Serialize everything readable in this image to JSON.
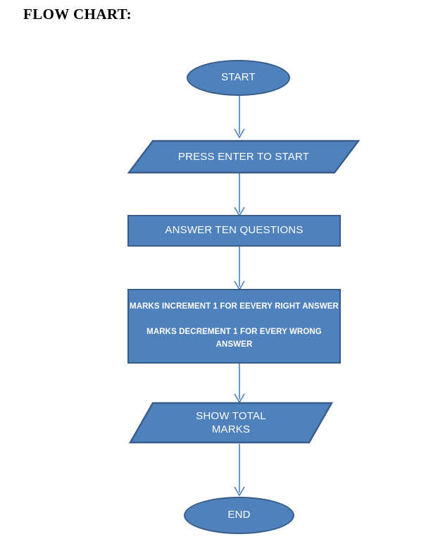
{
  "page": {
    "title": "FLOW CHART:",
    "background": "#ffffff"
  },
  "theme": {
    "shape_fill": "#4f81bd",
    "shape_border": "#385d8a",
    "shape_text": "#ffffff",
    "connector_color": "#4a7ebb",
    "title_color": "#000000"
  },
  "chart_data": {
    "type": "diagram",
    "diagram_kind": "flowchart",
    "orientation": "top-to-bottom",
    "title": "FLOW CHART:",
    "nodes": [
      {
        "id": "start",
        "shape": "ellipse",
        "role": "terminator",
        "label": "START"
      },
      {
        "id": "press-enter",
        "shape": "parallelogram",
        "role": "input",
        "label": "PRESS ENTER TO START"
      },
      {
        "id": "answer-questions",
        "shape": "rectangle",
        "role": "process",
        "label": "ANSWER TEN QUESTIONS"
      },
      {
        "id": "marks-rules",
        "shape": "rectangle",
        "role": "process",
        "label": "MARKS INCREMENT 1 FOR EEVERY RIGHT ANSWER\n\nMARKS DECREMENT 1 FOR EVERY WRONG ANSWER",
        "lines": [
          "MARKS INCREMENT 1 FOR EEVERY RIGHT",
          "ANSWER",
          "",
          "MARKS DECREMENT 1 FOR EVERY WRONG",
          "ANSWER"
        ]
      },
      {
        "id": "show-total-marks",
        "shape": "parallelogram",
        "role": "output",
        "label": "SHOW TOTAL\nMARKS"
      },
      {
        "id": "end",
        "shape": "ellipse",
        "role": "terminator",
        "label": "END"
      }
    ],
    "edges": [
      {
        "from": "start",
        "to": "press-enter",
        "label": "",
        "arrow": "down"
      },
      {
        "from": "press-enter",
        "to": "answer-questions",
        "label": "",
        "arrow": "down"
      },
      {
        "from": "answer-questions",
        "to": "marks-rules",
        "label": "",
        "arrow": "down"
      },
      {
        "from": "marks-rules",
        "to": "show-total-marks",
        "label": "",
        "arrow": "down"
      },
      {
        "from": "show-total-marks",
        "to": "end",
        "label": "",
        "arrow": "down"
      }
    ]
  }
}
